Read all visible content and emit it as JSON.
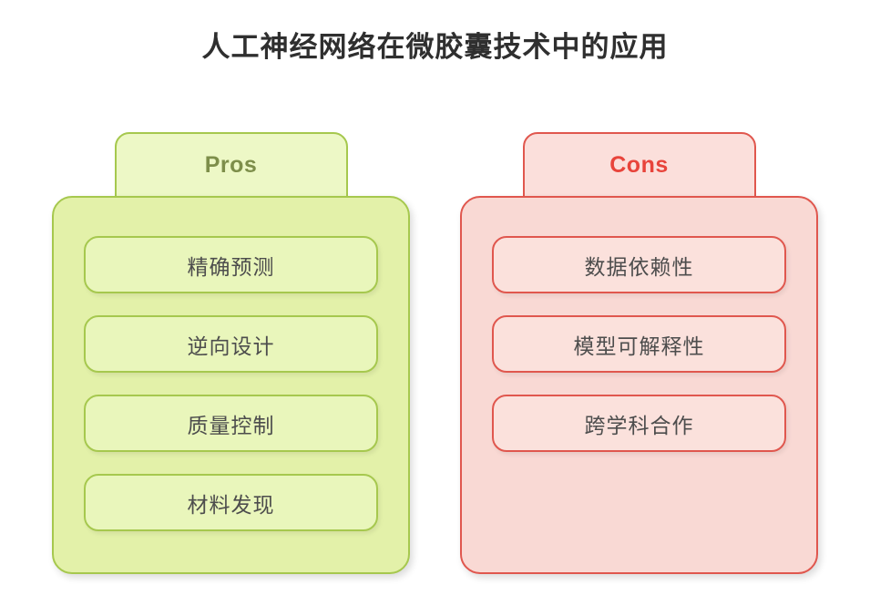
{
  "title": "人工神经网络在微胶囊技术中的应用",
  "pros": {
    "label": "Pros",
    "items": [
      "精确预测",
      "逆向设计",
      "质量控制",
      "材料发现"
    ],
    "colors": {
      "border": "#a6c84e",
      "fill": "#e3f1a9",
      "tabfill": "#edf8c6",
      "itemfill": "#e9f6bb",
      "label": "#7d8e4a"
    }
  },
  "cons": {
    "label": "Cons",
    "items": [
      "数据依赖性",
      "模型可解释性",
      "跨学科合作"
    ],
    "colors": {
      "border": "#e0574e",
      "fill": "#f9d9d4",
      "tabfill": "#fbdfdb",
      "itemfill": "#fbe1dc",
      "label": "#e8443b"
    }
  }
}
